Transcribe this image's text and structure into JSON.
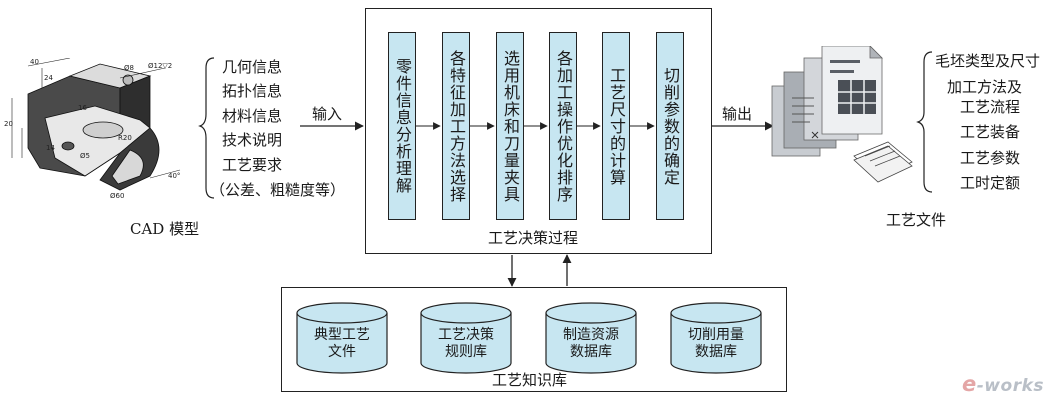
{
  "cad": {
    "caption": "CAD 模型",
    "dims": [
      "40",
      "24",
      "Ø8",
      "Ø12▽2",
      "16",
      "20",
      "R20",
      "14",
      "Ø5",
      "Ø60",
      "40°"
    ]
  },
  "inputs": {
    "items": [
      "几何信息",
      "拓扑信息",
      "材料信息",
      "技术说明",
      "工艺要求",
      "（公差、粗糙度等）"
    ],
    "arrow_label": "输入"
  },
  "process": {
    "title": "工艺决策过程",
    "steps": [
      "零件信息分析理解",
      "各特征加工方法选择",
      "选用机床和刀量夹具",
      "各加工操作优化排序",
      "工艺尺寸的计算",
      "切削参数的确定"
    ]
  },
  "output": {
    "arrow_label": "输出",
    "doc_caption": "工艺文件"
  },
  "knowledge": {
    "title": "工艺知识库",
    "bases": [
      {
        "label": "典型工艺\n文件"
      },
      {
        "label": "工艺决策\n规则库"
      },
      {
        "label": "制造资源\n数据库"
      },
      {
        "label": "切削用量\n数据库"
      }
    ]
  },
  "outputs": {
    "items": [
      "毛坯类型及尺寸",
      "加工方法及",
      "工艺流程",
      "工艺装备",
      "工艺参数",
      "工时定额"
    ]
  },
  "watermark": {
    "prefix": "e",
    "suffix": "-works"
  },
  "colors": {
    "step_fill": "#c7e6f1",
    "line": "#222222"
  }
}
